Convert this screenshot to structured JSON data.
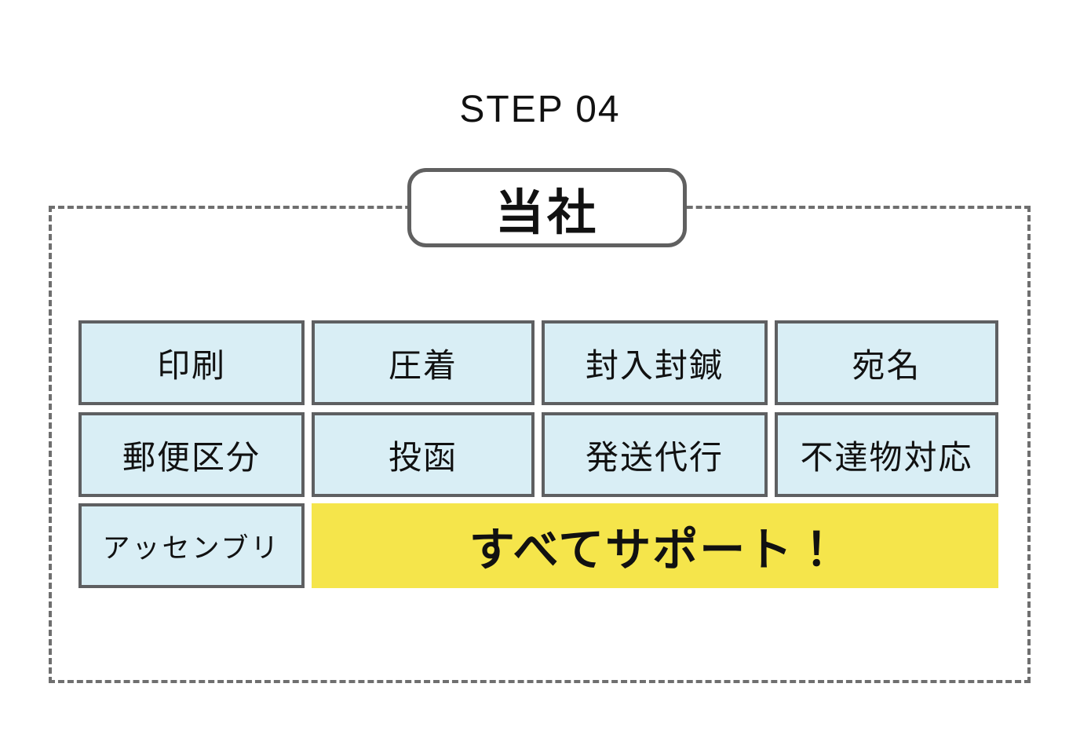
{
  "title": "STEP 04",
  "company_box": {
    "label": "当社"
  },
  "services": {
    "items": [
      "印刷",
      "圧着",
      "封入封鍼",
      "宛名",
      "郵便区分",
      "投函",
      "発送代行",
      "不達物対応",
      "アッセンブリ"
    ],
    "highlight": "すべてサポート！"
  },
  "colors": {
    "service_fill": "#d9eef5",
    "service_border": "#5e5f61",
    "highlight_fill": "#f5e54b",
    "dashed_border": "#6f6f6f",
    "company_border": "#606060",
    "text": "#111111"
  }
}
